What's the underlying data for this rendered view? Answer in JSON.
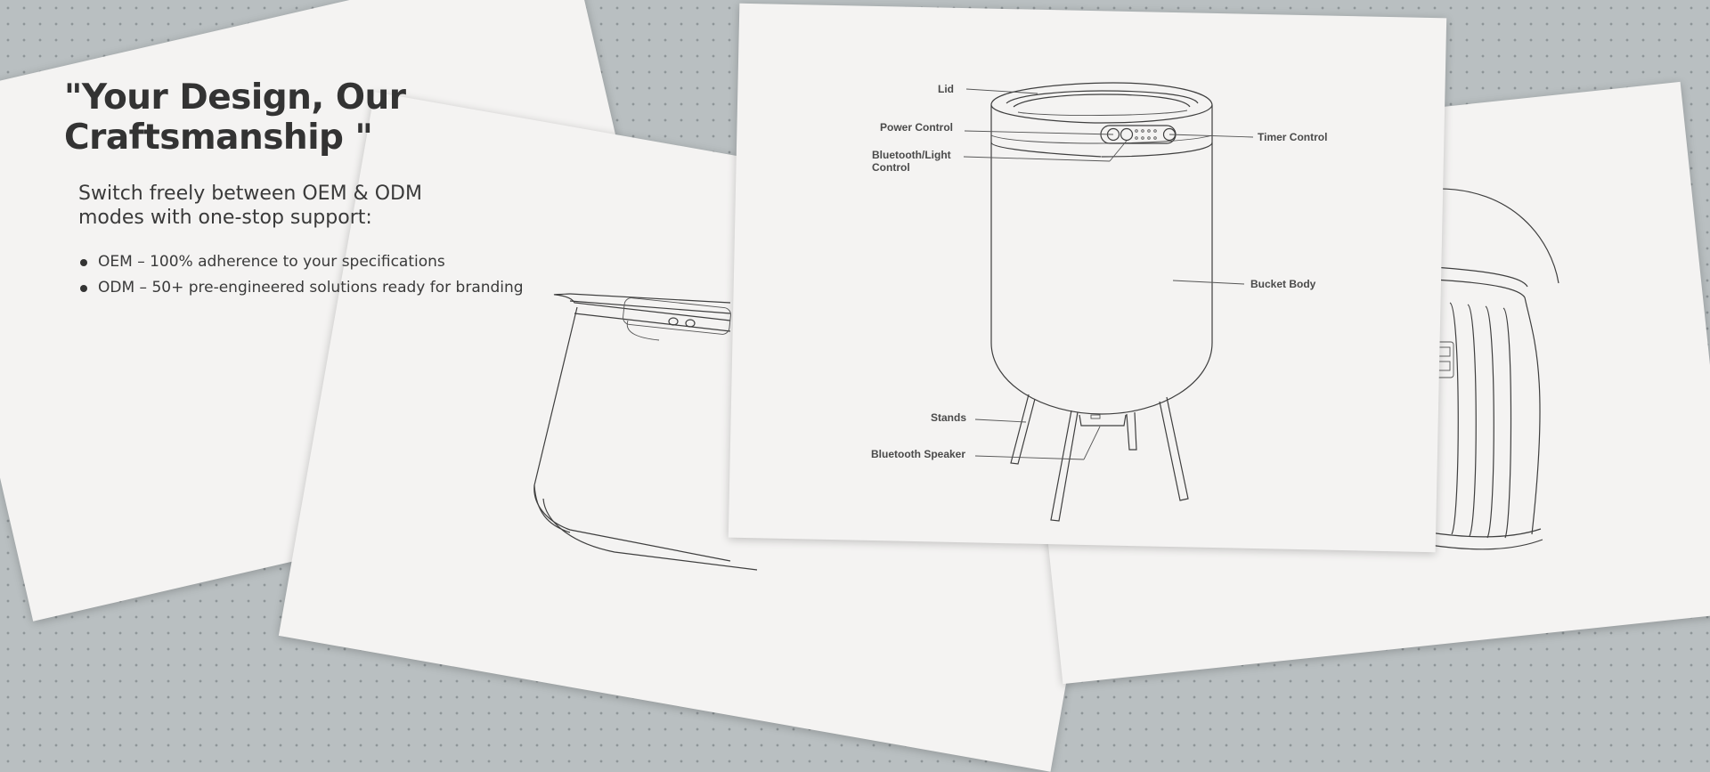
{
  "headline": "\"Your Design, Our Craftsmanship \"",
  "intro": "Switch freely between OEM & ODM modes with one-stop support:",
  "bullets": [
    "OEM – 100% adherence to your specifications",
    "ODM – 50+ pre-engineered solutions ready for branding"
  ],
  "diagram_labels": {
    "lid": "Lid",
    "power_control": "Power Control",
    "bluetooth_light_control_line1": "Bluetooth/Light",
    "bluetooth_light_control_line2": "Control",
    "timer_control": "Timer Control",
    "bucket_body": "Bucket Body",
    "stands": "Stands",
    "bluetooth_speaker": "Bluetooth Speaker"
  },
  "colors": {
    "background": "#b9bfc1",
    "paper": "#f4f3f2",
    "text": "#333333",
    "line_art": "#3f3f3f"
  }
}
